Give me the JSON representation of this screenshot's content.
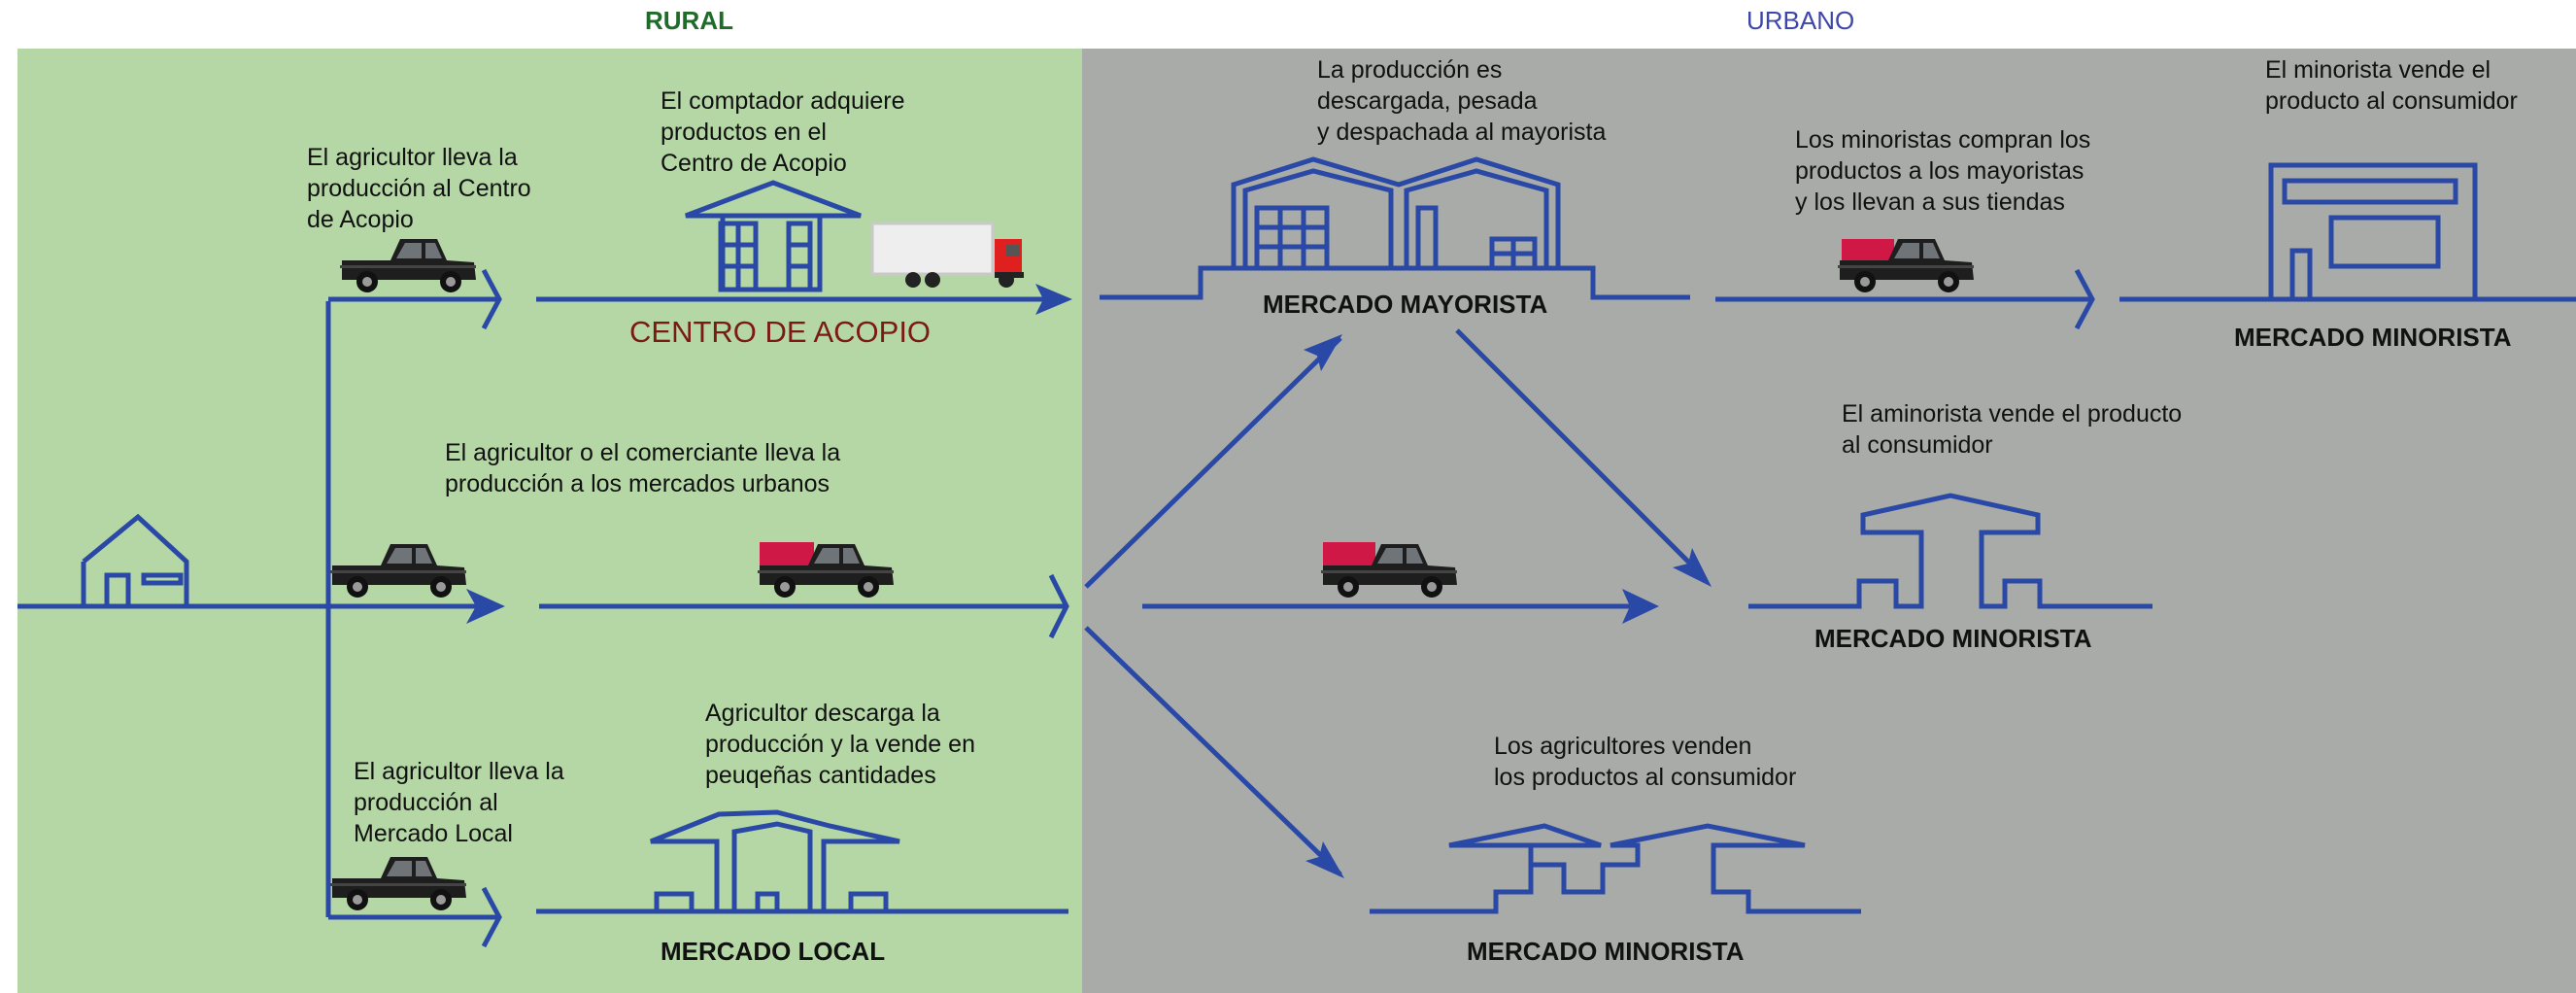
{
  "zones": {
    "rural": {
      "title": "RURAL",
      "color": "#b4d7a5",
      "title_color": "#1f6b2a"
    },
    "urban": {
      "title": "URBANO",
      "color": "#a8aba8",
      "title_color": "#3d47a8"
    }
  },
  "colors": {
    "flow": "#2a48a6",
    "acopio_text": "#7a1a12",
    "cargo": "#d01846",
    "truck_cab": "#e01f1f"
  },
  "labels": {
    "farmer_to_acopio": "El agricultor lleva  la\nproducción al Centro\nde Acopio",
    "buyer_acopio": "El comptador adquiere\nproductos en el\nCentro de Acopio",
    "farmer_to_urban": "El agricultor o el comerciante lleva la\nproducción a los mercados urbanos",
    "farmer_to_local": "El agricultor lleva  la\nproducción al\nMercado Local",
    "local_sell": "Agricultor descarga la\nproducción y la vende en\npeuqeñas cantidades",
    "wholesale_process": "La producción es\ndescargada, pesada\ny despachada al mayorista",
    "retailers_buy": "Los minoristas compran los\nproductos a los mayoristas\ny los llevan a sus tiendas",
    "retailer_sells": "El minorista vende el\nproducto al consumidor",
    "aminorista_sells": "El aminorista vende el producto\nal consumidor",
    "farmers_sell": "Los agricultores venden\nlos productos al consumidor"
  },
  "buildings": {
    "centro_acopio": "CENTRO DE ACOPIO",
    "mercado_mayorista": "MERCADO MAYORISTA",
    "mercado_minorista_top": "MERCADO MINORISTA",
    "mercado_minorista_mid": "MERCADO MINORISTA",
    "mercado_minorista_bottom": "MERCADO MINORISTA",
    "mercado_local": "MERCADO LOCAL"
  }
}
